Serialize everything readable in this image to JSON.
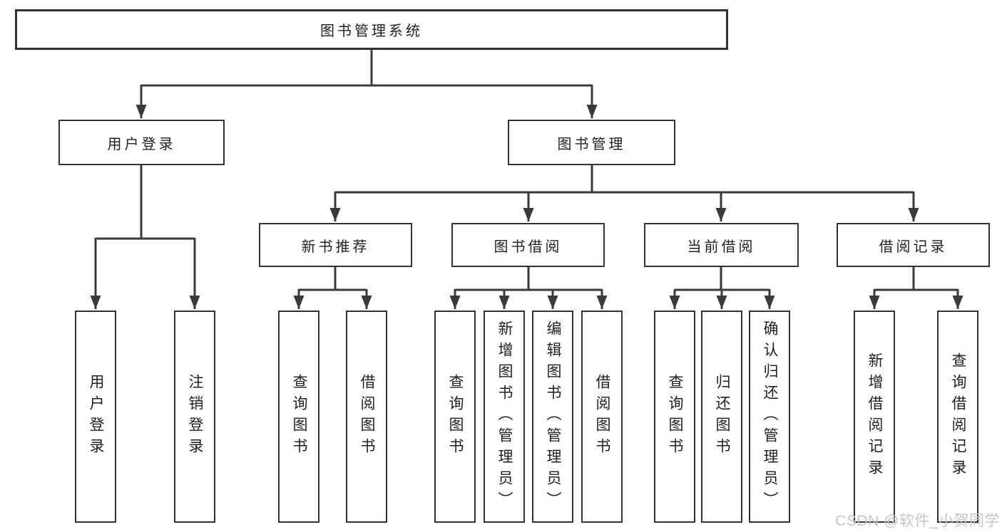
{
  "colors": {
    "line": "#3a3a3a",
    "box_border": "#333333",
    "text": "#1f1f1f",
    "watermark": "#c6c6c6",
    "background": "#ffffff"
  },
  "watermark": {
    "text": "CSDN @软件_小贺同学"
  },
  "tree": {
    "root": {
      "label": "图书管理系统"
    },
    "branches": [
      {
        "label": "用户登录",
        "children": [
          {
            "label": "用户登录"
          },
          {
            "label": "注销登录"
          }
        ]
      },
      {
        "label": "图书管理",
        "children": [
          {
            "label": "新书推荐",
            "children": [
              {
                "label": "查询图书"
              },
              {
                "label": "借阅图书"
              }
            ]
          },
          {
            "label": "图书借阅",
            "children": [
              {
                "label": "查询图书"
              },
              {
                "label": "新增图书（管理员）"
              },
              {
                "label": "编辑图书（管理员）"
              },
              {
                "label": "借阅图书"
              }
            ]
          },
          {
            "label": "当前借阅",
            "children": [
              {
                "label": "查询图书"
              },
              {
                "label": "归还图书"
              },
              {
                "label": "确认归还（管理员）"
              }
            ]
          },
          {
            "label": "借阅记录",
            "children": [
              {
                "label": "新增借阅记录"
              },
              {
                "label": "查询借阅记录"
              }
            ]
          }
        ]
      }
    ]
  }
}
